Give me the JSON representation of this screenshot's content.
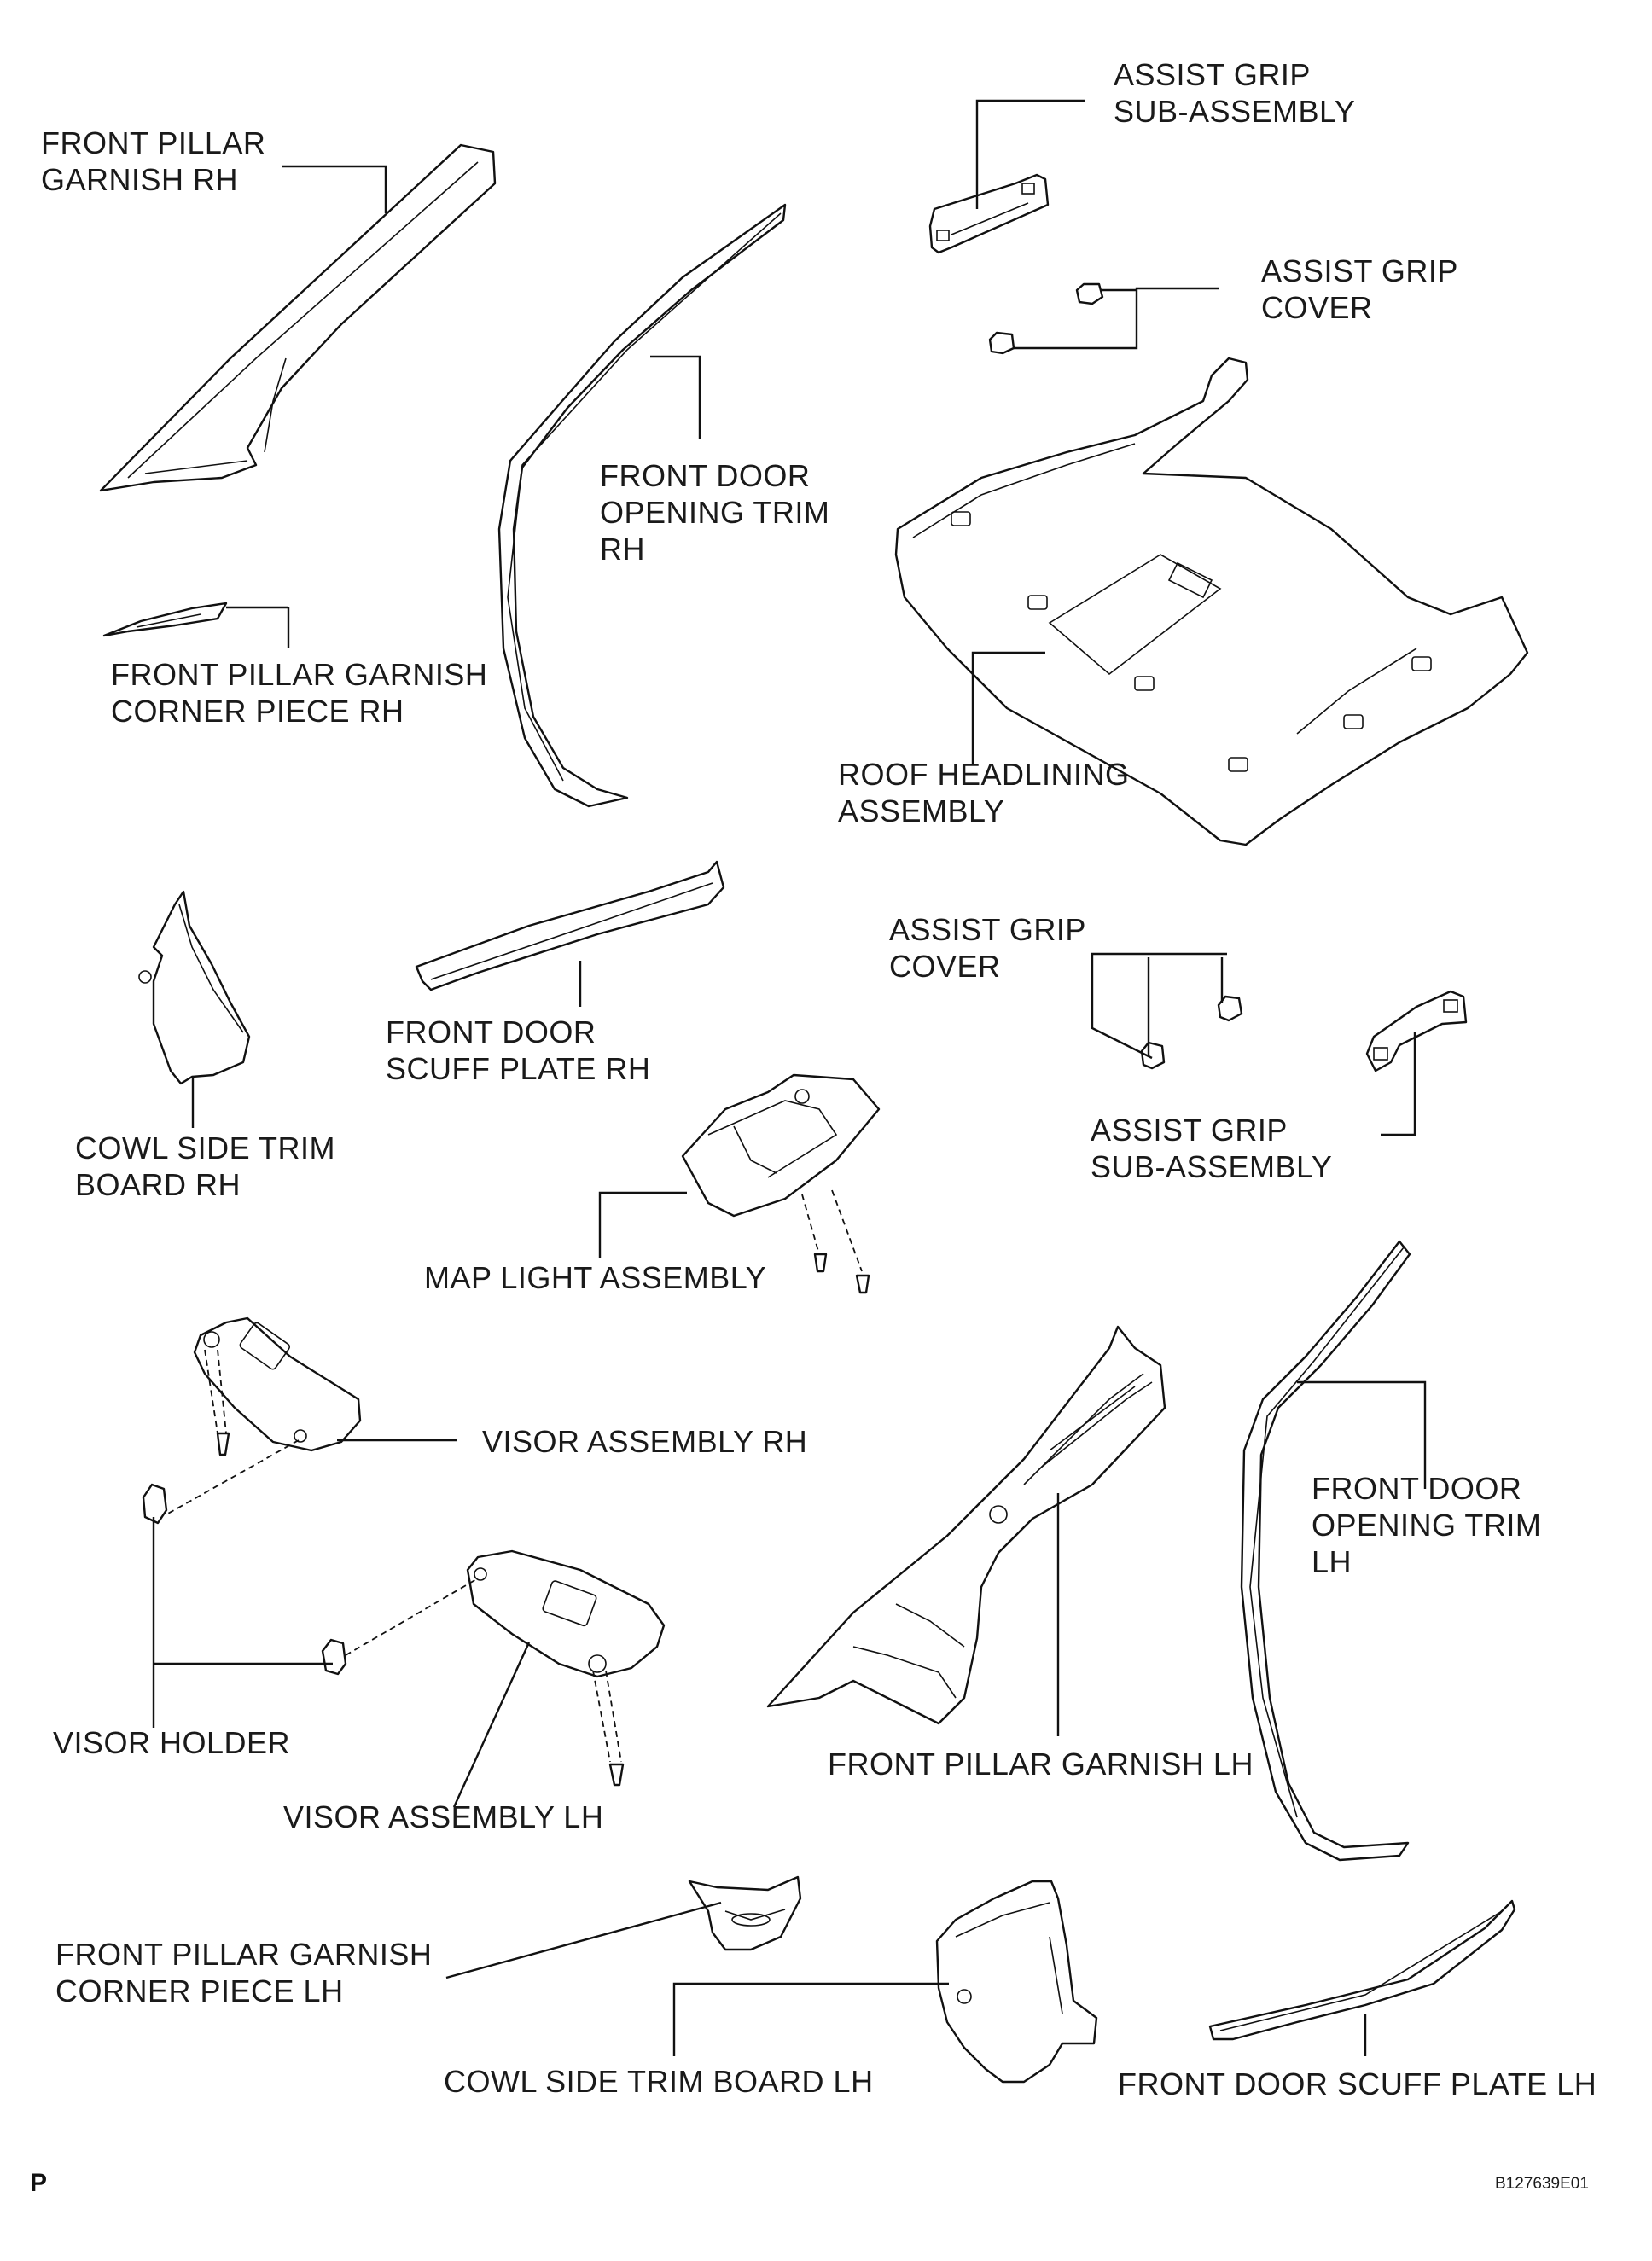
{
  "labels": {
    "front_pillar_garnish_rh": [
      "FRONT PILLAR",
      "GARNISH RH"
    ],
    "assist_grip_sub_assembly_top": [
      "ASSIST GRIP",
      "SUB-ASSEMBLY"
    ],
    "assist_grip_cover_top": [
      "ASSIST GRIP",
      "COVER"
    ],
    "front_door_opening_trim_rh": [
      "FRONT DOOR",
      "OPENING TRIM",
      "RH"
    ],
    "front_pillar_garnish_corner_rh": [
      "FRONT PILLAR GARNISH",
      "CORNER PIECE RH"
    ],
    "roof_headlining_assembly": [
      "ROOF HEADLINING",
      "ASSEMBLY"
    ],
    "assist_grip_cover_mid": [
      "ASSIST GRIP",
      "COVER"
    ],
    "front_door_scuff_plate_rh": [
      "FRONT DOOR",
      "SCUFF PLATE RH"
    ],
    "cowl_side_trim_board_rh": [
      "COWL SIDE TRIM",
      "BOARD RH"
    ],
    "assist_grip_sub_assembly_mid": [
      "ASSIST GRIP",
      "SUB-ASSEMBLY"
    ],
    "map_light_assembly": [
      "MAP LIGHT ASSEMBLY"
    ],
    "visor_assembly_rh": [
      "VISOR ASSEMBLY RH"
    ],
    "front_door_opening_trim_lh": [
      "FRONT DOOR",
      "OPENING TRIM",
      "LH"
    ],
    "visor_holder": [
      "VISOR HOLDER"
    ],
    "front_pillar_garnish_lh": [
      "FRONT PILLAR GARNISH LH"
    ],
    "visor_assembly_lh": [
      "VISOR ASSEMBLY LH"
    ],
    "front_pillar_garnish_corner_lh": [
      "FRONT PILLAR GARNISH",
      "CORNER PIECE LH"
    ],
    "cowl_side_trim_board_lh": [
      "COWL SIDE TRIM BOARD LH"
    ],
    "front_door_scuff_plate_lh": [
      "FRONT DOOR SCUFF PLATE LH"
    ]
  },
  "corner_mark": "P",
  "figure_code": "B127639E01"
}
